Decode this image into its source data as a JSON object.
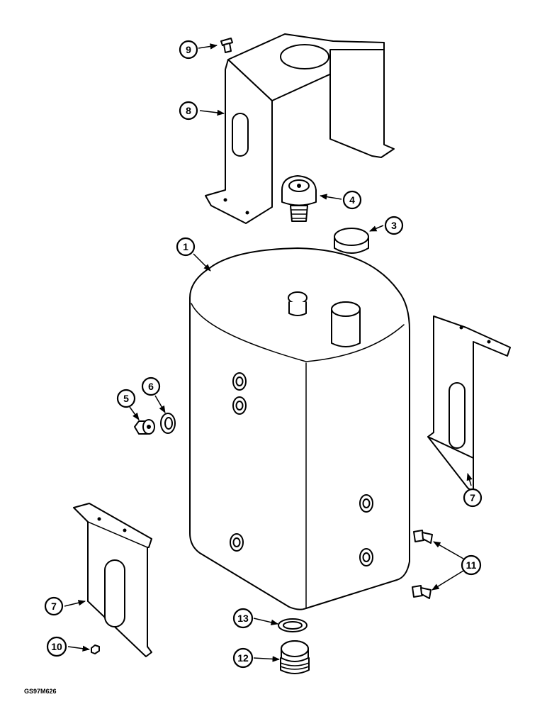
{
  "diagram": {
    "callouts": {
      "c1": "1",
      "c3": "3",
      "c4": "4",
      "c5": "5",
      "c6": "6",
      "c7a": "7",
      "c7b": "7",
      "c8": "8",
      "c9": "9",
      "c10": "10",
      "c11": "11",
      "c12": "12",
      "c13": "13"
    },
    "reference_code": "GS97M626"
  }
}
